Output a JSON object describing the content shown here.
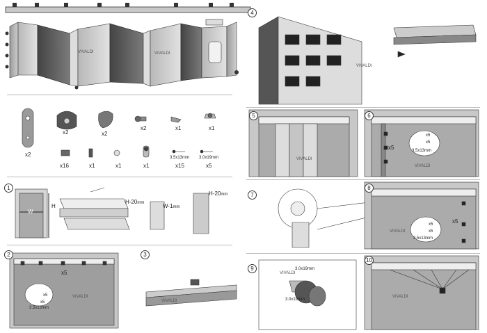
{
  "brand": "VIVALDI",
  "parts": {
    "qty_1": "x2",
    "qty_2": "x2",
    "qty_3": "x2",
    "qty_4": "x2",
    "qty_5": "x1",
    "qty_6": "x1",
    "qty_7": "x16",
    "qty_8": "x1",
    "qty_9": "x1",
    "qty_10": "x1",
    "qty_11": "x15",
    "qty_12": "x5",
    "screw_a": "3.5x13mm",
    "screw_b": "3.0x19mm"
  },
  "step1": {
    "number": "1",
    "w_label": "W",
    "h_label": "H",
    "note_a": "H-20",
    "note_a_unit": "mm",
    "note_b": "W-1",
    "note_b_unit": "mm",
    "note_c": "H-20",
    "note_c_unit": "mm"
  },
  "step2": {
    "number": "2",
    "count": "x5",
    "qty_a": "x5",
    "qty_b": "x5",
    "screw": "3.5x13mm"
  },
  "step3": {
    "number": "3"
  },
  "step4": {
    "number": "4"
  },
  "step5": {
    "number": "5"
  },
  "step6": {
    "number": "6",
    "count": "x5",
    "qty_a": "x5",
    "qty_b": "x5",
    "screw": "3.5x13mm"
  },
  "step7": {
    "number": "7"
  },
  "step8": {
    "number": "8",
    "count": "x5",
    "qty_a": "x5",
    "qty_b": "x5",
    "screw": "3.5x13mm"
  },
  "step9": {
    "number": "9",
    "screw_a": "3.0x19mm",
    "screw_b": "3.0x19mm"
  },
  "step10": {
    "number": "10"
  }
}
